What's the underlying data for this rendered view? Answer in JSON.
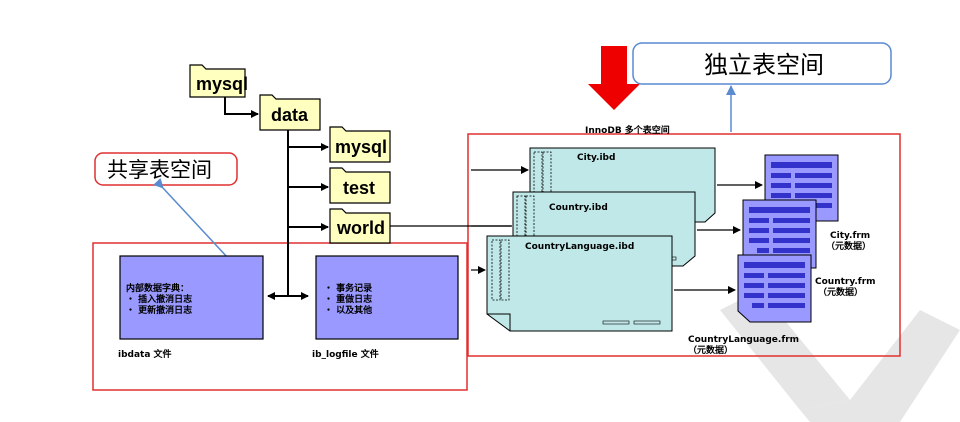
{
  "folders": {
    "root": "mysql",
    "data": "data",
    "sub_mysql": "mysql",
    "sub_test": "test",
    "sub_world": "world"
  },
  "shared": {
    "label": "共享表空间",
    "ibdata_lines": [
      "内部数据字典：",
      "・ 插入撤消日志",
      "・ 更新撤消日志"
    ],
    "ibdata_caption": "ibdata 文件",
    "logfile_lines": [
      "・ 事务记录",
      "・ 重做日志",
      "・ 以及其他"
    ],
    "logfile_caption": "ib_logfile 文件"
  },
  "independent": {
    "label": "独立表空间",
    "innodb_title": "InnoDB 多个表空间",
    "ibd_files": [
      "City.ibd",
      "Country.ibd",
      "CountryLanguage.ibd"
    ],
    "frm_files": [
      {
        "name": "City.frm",
        "note": "（元数据）"
      },
      {
        "name": "Country.frm",
        "note": "（元数据）"
      },
      {
        "name": "CountryLanguage.frm",
        "note": "（元数据）"
      }
    ]
  },
  "colors": {
    "folder": "#ffffc0",
    "ibd": "#c0e8e8",
    "box_purple": "#9999ff",
    "frm_dark": "#3333cc",
    "frame_red": "#e03030",
    "callout_blue": "#5a8ad0",
    "arrow_red": "#ee0000"
  }
}
